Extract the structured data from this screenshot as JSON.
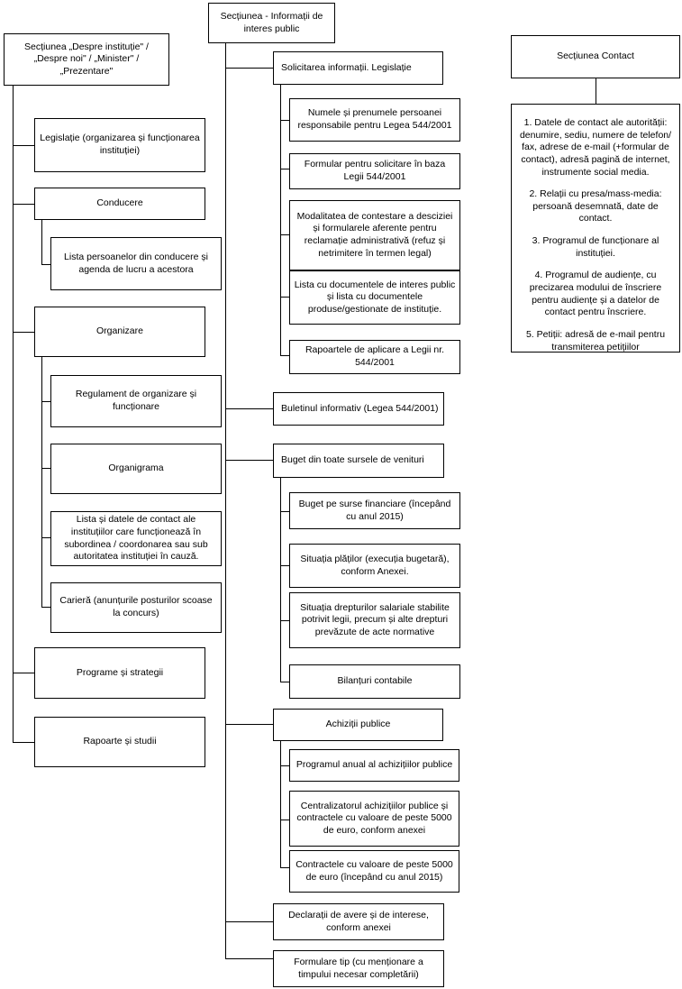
{
  "sections": {
    "despre": {
      "title": "Secțiunea „Despre instituție\" / „Despre noi\" / „Minister\" / „Prezentare\"",
      "items": [
        "Legislație (organizarea și funcționarea instituției)",
        "Conducere",
        "Lista persoanelor din conducere și agenda de lucru a acestora",
        "Organizare",
        "Regulament de organizare și funcționare",
        "Organigrama",
        "Lista și datele de contact ale instituțiilor care funcționează în subordinea / coordonarea sau sub autoritatea instituției în cauză.",
        "Carieră (anunțurile posturilor scoase la concurs)",
        "Programe și strategii",
        "Rapoarte și studii"
      ]
    },
    "informatii": {
      "title": "Secțiunea - Informații de interes public",
      "items": [
        "Solicitarea informații. Legislație",
        "Numele și prenumele persoanei responsabile pentru Legea 544/2001",
        "Formular pentru solicitare în baza Legii 544/2001",
        "Modalitatea de contestare a desciziei și formularele aferente pentru reclamație administrativă (refuz și netrimitere în termen legal)",
        "Lista cu documentele de interes public și lista cu documentele produse/gestionate de instituție.",
        "Rapoartele de aplicare a Legii nr. 544/2001",
        "Buletinul informativ (Legea 544/2001)",
        "Buget din toate sursele de venituri",
        "Buget pe surse financiare (începând cu anul 2015)",
        "Situația plăților (execuția bugetară), conform Anexei.",
        "Situația drepturilor salariale stabilite potrivit legii, precum și alte drepturi prevăzute de acte normative",
        "Bilanțuri contabile",
        "Achiziții publice",
        "Programul anual al achizițiilor publice",
        "Centralizatorul achizițiilor publice și contractele cu valoare de peste 5000 de euro, conform anexei",
        "Contractele cu valoare de peste 5000 de euro (începând cu anul 2015)",
        "Declarații de avere și de interese, conform anexei",
        "Formulare tip (cu menționare a timpului necesar completării)"
      ]
    },
    "contact": {
      "title": "Secțiunea Contact",
      "items": [
        "1. Datele de contact ale autorității: denumire, sediu, numere de telefon/ fax, adrese de e-mail (+formular de contact), adresă pagină de internet, instrumente social media.",
        "2. Relații cu presa/mass-media: persoană desemnată, date de contact.",
        "3. Programul de funcționare al instituției.",
        "4. Programul de audiențe, cu precizarea modului de înscriere pentru audiențe și a datelor de contact pentru înscriere.",
        "5. Petiții: adresă de e-mail pentru transmiterea petițiilor"
      ]
    }
  }
}
